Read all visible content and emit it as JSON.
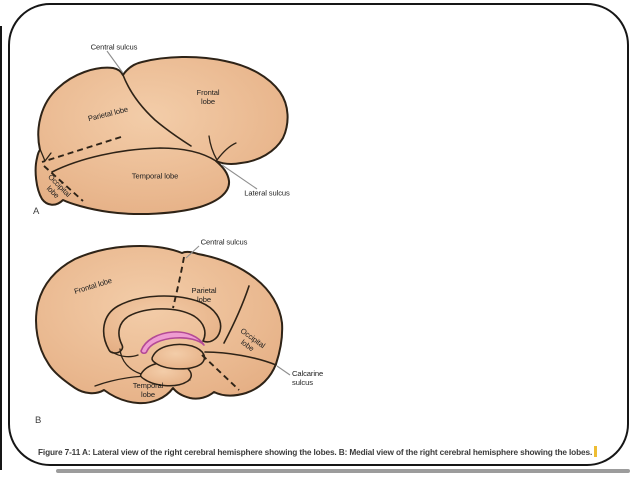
{
  "slide": {
    "caption": "Figure 7-11 A: Lateral view of the right cerebral hemisphere showing the lobes. B: Medial view of the right cerebral hemisphere showing the lobes."
  },
  "panel_a": {
    "letter": "A",
    "labels": {
      "central_sulcus": "Central sulcus",
      "frontal_lobe_line1": "Frontal",
      "frontal_lobe_line2": "lobe",
      "parietal_lobe": "Parietal lobe",
      "temporal_lobe": "Temporal lobe",
      "occipital_lobe_line1": "Occipital",
      "occipital_lobe_line2": "lobe",
      "lateral_sulcus": "Lateral sulcus"
    }
  },
  "panel_b": {
    "letter": "B",
    "labels": {
      "central_sulcus": "Central sulcus",
      "frontal_lobe": "Frontal lobe",
      "parietal_lobe_line1": "Parietal",
      "parietal_lobe_line2": "lobe",
      "occipital_lobe_line1": "Occipital",
      "occipital_lobe_line2": "lobe",
      "temporal_lobe_line1": "Temporal",
      "temporal_lobe_line2": "lobe",
      "calcarine_sulcus_line1": "Calcarine",
      "calcarine_sulcus_line2": "sulcus"
    }
  },
  "colors": {
    "brain_fill": "#e9b78e",
    "brain_highlight": "#f3cda9",
    "brain_shade": "#e2aa7f",
    "brain_outline": "#2e2317",
    "pink_fill": "#ef9cd1",
    "pink_outline": "#b44a96",
    "leader_line": "#8f8f8f",
    "label_text": "#1f1f1f",
    "caption_text": "#3c3c3c",
    "cursor_mark": "#eebd33",
    "slide_border": "#161616",
    "slide_shadow": "#9c9c9c"
  }
}
